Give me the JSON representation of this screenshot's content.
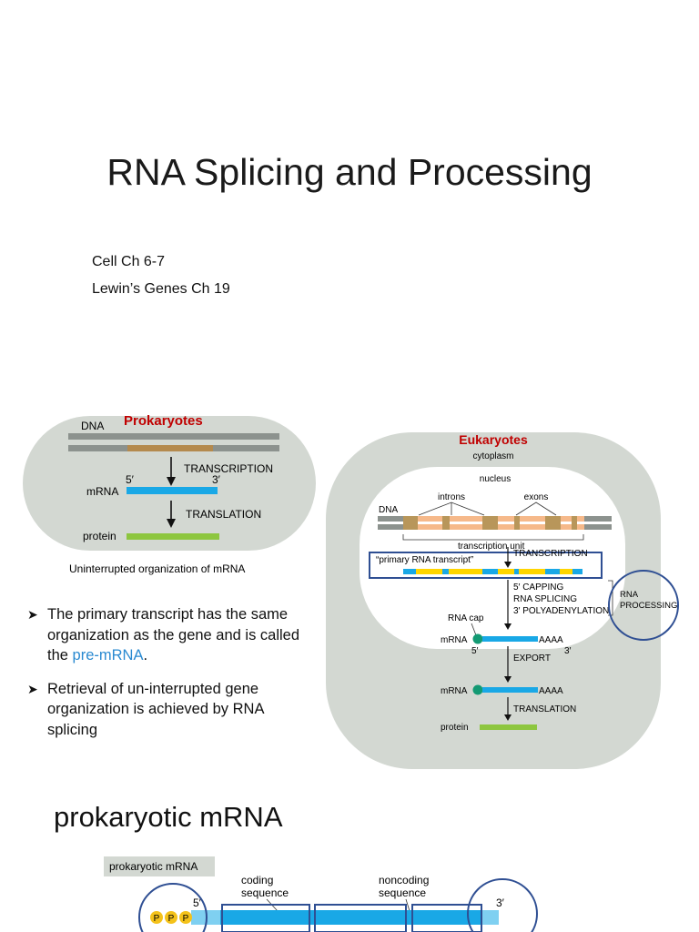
{
  "slide": {
    "title": "RNA Splicing and Processing",
    "subtitle_lines": [
      "Cell Ch 6-7",
      "Lewin’s Genes Ch 19"
    ],
    "section_heading": "prokaryotic mRNA"
  },
  "prokaryote_diagram": {
    "heading": "Prokaryotes",
    "dna_label": "DNA",
    "step_transcription": "TRANSCRIPTION",
    "five_prime": "5′",
    "three_prime": "3′",
    "mrna_label": "mRNA",
    "step_translation": "TRANSLATION",
    "protein_label": "protein",
    "caption": "Uninterrupted organization of mRNA"
  },
  "bullets": [
    {
      "before": "The primary transcript has the same organization as the gene and is called the ",
      "highlight": "pre-mRNA",
      "after": "."
    },
    {
      "before": "Retrieval of un-interrupted gene organization is achieved by RNA splicing",
      "highlight": "",
      "after": ""
    }
  ],
  "eukaryote_diagram": {
    "heading": "Eukaryotes",
    "cytoplasm": "cytoplasm",
    "nucleus": "nucleus",
    "introns": "introns",
    "exons": "exons",
    "dna_label": "DNA",
    "transcription_unit": "transcription unit",
    "primary_transcript": "“primary RNA transcript”",
    "step_transcription": "TRANSCRIPTION",
    "step_capping": "5′ CAPPING",
    "step_splicing": "RNA SPLICING",
    "step_polyadenylation": "3′ POLYADENYLATION",
    "rna_processing_line1": "RNA",
    "rna_processing_line2": "PROCESSING",
    "rna_cap": "RNA cap",
    "mrna_label": "mRNA",
    "poly_a": "AAAA",
    "five_prime": "5′",
    "three_prime": "3′",
    "step_export": "EXPORT",
    "mrna_label_2": "mRNA",
    "poly_a_2": "AAAA",
    "step_translation": "TRANSLATION",
    "protein_label": "protein"
  },
  "prokaryotic_mrna_diagram": {
    "label": "prokaryotic mRNA",
    "coding_line1": "coding",
    "coding_line2": "sequence",
    "noncoding_line1": "noncoding",
    "noncoding_line2": "sequence",
    "five_prime": "5′",
    "three_prime": "3′",
    "phosphate": "P"
  },
  "colors": {
    "red_heading": "#c00000",
    "mrna_blue": "#19a8e6",
    "protein_green": "#8dc63f",
    "cell_gray": "#d3d8d2",
    "circle_blue": "#2f4f93",
    "dna_gray": "#8c928e",
    "dna_gene": "#b48a4e",
    "exon_orange": "#f6b98a",
    "intron_brown": "#b8965a",
    "transcript_yellow": "#ffd500",
    "phosphate_yellow": "#f4c21a"
  }
}
